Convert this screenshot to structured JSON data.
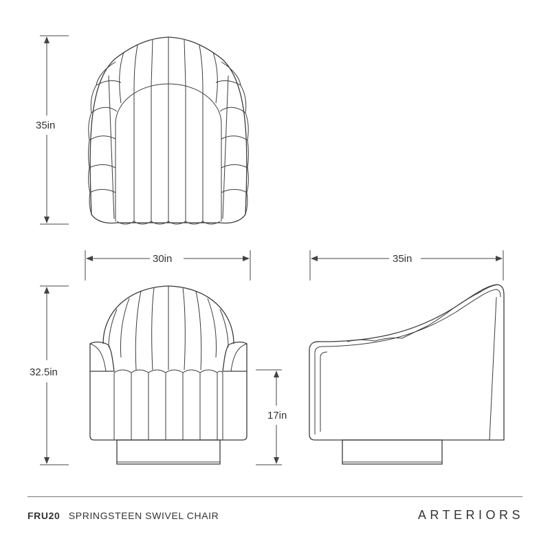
{
  "dimensions": {
    "top_view_depth": "35in",
    "front_width": "30in",
    "side_depth": "35in",
    "overall_height": "32.5in",
    "seat_height": "17in"
  },
  "footer": {
    "product_code": "FRU20",
    "product_name": "SPRINGSTEEN SWIVEL CHAIR",
    "brand": "ARTERIORS"
  }
}
